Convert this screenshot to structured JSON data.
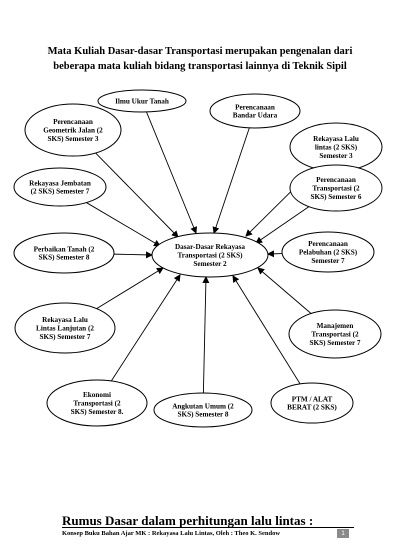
{
  "title": {
    "line1": "Mata Kuliah Dasar-dasar Transportasi merupakan pengenalan dari",
    "line2": "beberapa mata kuliah bidang transportasi lainnya di Teknik Sipil"
  },
  "diagram": {
    "center": {
      "id": "center",
      "lines": [
        "Dasar-Dasar Rekayasa",
        "Transportasi (2 SKS)",
        "Semester 2"
      ]
    },
    "nodes": [
      {
        "id": "ilmu-ukur-tanah",
        "lines": [
          "Ilmu Ukur Tanah"
        ]
      },
      {
        "id": "perencanaan-bandar-udara",
        "lines": [
          "Perencanaan",
          "Bandar Udara"
        ]
      },
      {
        "id": "perencanaan-geometrik-jalan",
        "lines": [
          "Perencanaan",
          "Geometrik Jalan (2",
          "SKS) Semester 3"
        ]
      },
      {
        "id": "rekayasa-lalu-lintas",
        "lines": [
          "Rekayasa Lalu",
          "lintas (2 SKS)",
          "Semester 3"
        ]
      },
      {
        "id": "perencanaan-transportasi",
        "lines": [
          "Perencanaan",
          "Transportasi (2",
          "SKS) Semester 6"
        ]
      },
      {
        "id": "rekayasa-jembatan",
        "lines": [
          "Rekayasa Jembatan",
          "(2 SKS) Semester 7"
        ]
      },
      {
        "id": "perbaikan-tanah",
        "lines": [
          "Perbaikan Tanah (2",
          "SKS) Semester 8"
        ]
      },
      {
        "id": "perencanaan-pelabuhan",
        "lines": [
          "Perencanaan",
          "Pelabuhan (2 SKS)",
          "Semester 7"
        ]
      },
      {
        "id": "rekayasa-lalu-lintas-lanjutan",
        "lines": [
          "Rekayasa Lalu",
          "Lintas Lanjutan (2",
          "SKS) Semester 7"
        ]
      },
      {
        "id": "manajemen-transportasi",
        "lines": [
          "Manajemen",
          "Transportasi (2",
          "SKS) Semester 7"
        ]
      },
      {
        "id": "ekonomi-transportasi",
        "lines": [
          "Ekonomi",
          "Transportasi (2",
          "SKS) Semester 8."
        ]
      },
      {
        "id": "angkutan-umum",
        "lines": [
          "Angkutan Umum (2",
          "SKS) Semester 8"
        ]
      },
      {
        "id": "ptm-alat-berat",
        "lines": [
          "PTM / ALAT",
          "BERAT (2 SKS)"
        ]
      }
    ]
  },
  "footer": {
    "heading": "Rumus Dasar dalam perhitungan lalu lintas :",
    "caption": "Konsep Buku Bahan Ajar MK : Rekayasa Lalu Lintas, Oleh : Theo K. Sendow",
    "page_number": "1"
  },
  "colors": {
    "ink": "#000000",
    "page_badge": "#8a8a8a"
  }
}
